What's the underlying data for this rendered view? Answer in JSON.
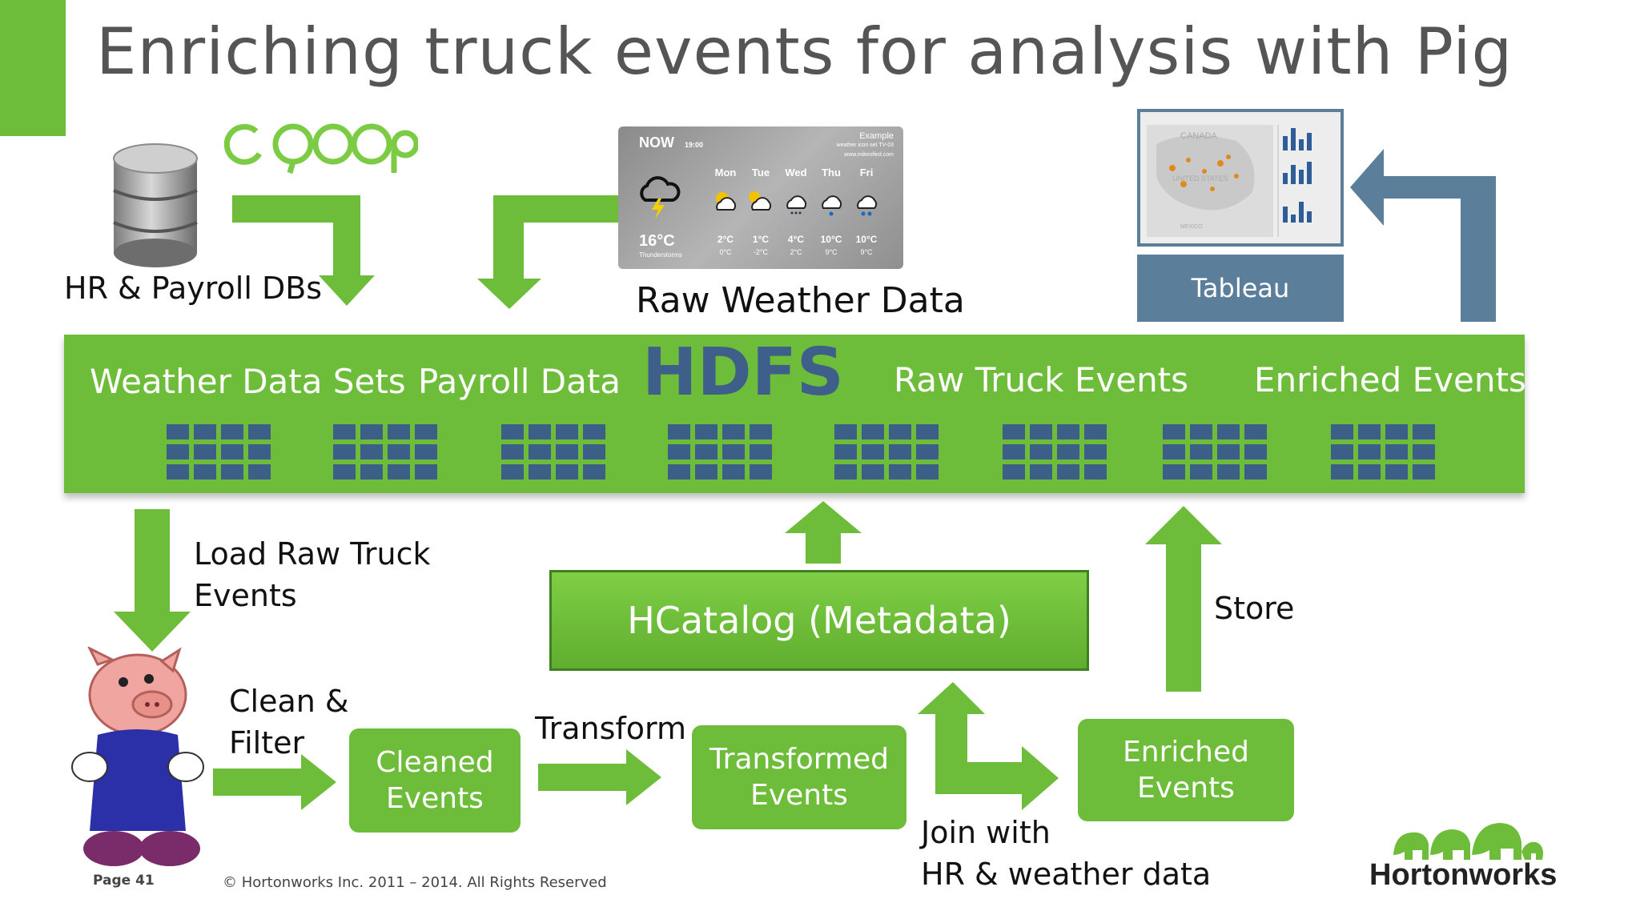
{
  "title": "Enriching truck events for analysis with Pig",
  "sources": {
    "hr_payroll": "HR & Payroll DBs",
    "raw_weather": "Raw Weather Data",
    "tableau": "Tableau"
  },
  "weather_widget": {
    "now_label": "NOW",
    "now_time": "19:00",
    "example_label": "Example",
    "credit_line1": "weather icon set TV-03",
    "credit_line2": "www.mikeofied.com",
    "days": [
      "Mon",
      "Tue",
      "Wed",
      "Thu",
      "Fri"
    ],
    "current_temp": "16°C",
    "current_cond": "Thunderstorms",
    "highs": [
      "2°C",
      "1°C",
      "4°C",
      "10°C",
      "10°C"
    ],
    "lows": [
      "0°C",
      "-2°C",
      "2°C",
      "9°C",
      "9°C"
    ]
  },
  "tableau_map": {
    "label_canada": "CANADA",
    "label_us": "UNITED STATES",
    "label_mexico": "MEXICO"
  },
  "hdfs": {
    "title": "HDFS",
    "labels": [
      "Weather Data Sets",
      "Payroll Data",
      "Raw Truck Events",
      "Enriched Events"
    ]
  },
  "flow": {
    "load": "Load Raw Truck\nEvents",
    "clean": "Clean &\nFilter",
    "cleaned": "Cleaned\nEvents",
    "transform": "Transform",
    "transformed": "Transformed\nEvents",
    "join": "Join with\nHR & weather data",
    "enriched": "Enriched\nEvents",
    "store": "Store",
    "hcatalog": "HCatalog (Metadata)"
  },
  "footer": {
    "page": "Page 41",
    "copyright": "© Hortonworks Inc. 2011 – 2014. All Rights Reserved",
    "brand": "Hortonworks"
  },
  "colors": {
    "green": "#6ebd3a",
    "blue_gray": "#5b7f9b",
    "hdfs_blue": "#3e5f8a"
  },
  "icons": {
    "database": "database-icon",
    "sqoop": "sqoop-logo",
    "pig": "pig-mascot",
    "elephants": "hortonworks-elephants"
  }
}
